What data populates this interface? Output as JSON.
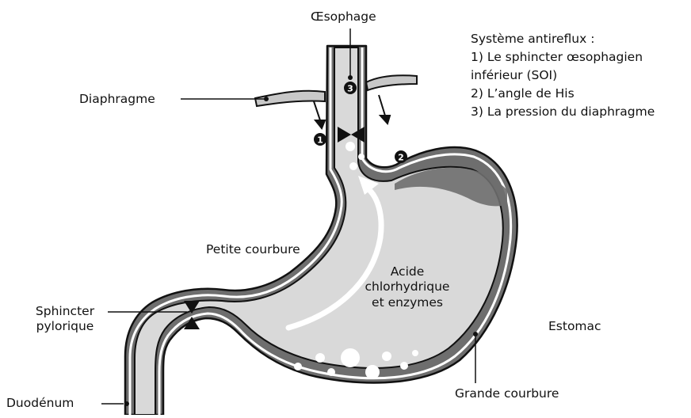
{
  "labels": {
    "oesophage": "Œsophage",
    "diaphragme": "Diaphragme",
    "petite_courbure": "Petite courbure",
    "acide_line1": "Acide",
    "acide_line2": "chlorhydrique",
    "acide_line3": "et enzymes",
    "sphincter_line1": "Sphincter",
    "sphincter_line2": "pylorique",
    "estomac": "Estomac",
    "duodenum": "Duodénum",
    "grande_courbure": "Grande courbure"
  },
  "legend": {
    "title": "Système antireflux :",
    "items": [
      "1) Le sphincter œsophagien",
      "inférieur (SOI)",
      "2) L’angle de His",
      "3) La pression du diaphragme"
    ]
  },
  "markers": {
    "m1": "1",
    "m2": "2",
    "m3": "3"
  },
  "colors": {
    "wall": "#6e6e6e",
    "lining": "#d9d9d9",
    "outline": "#111111",
    "diaphragm": "#c8c8c8"
  }
}
